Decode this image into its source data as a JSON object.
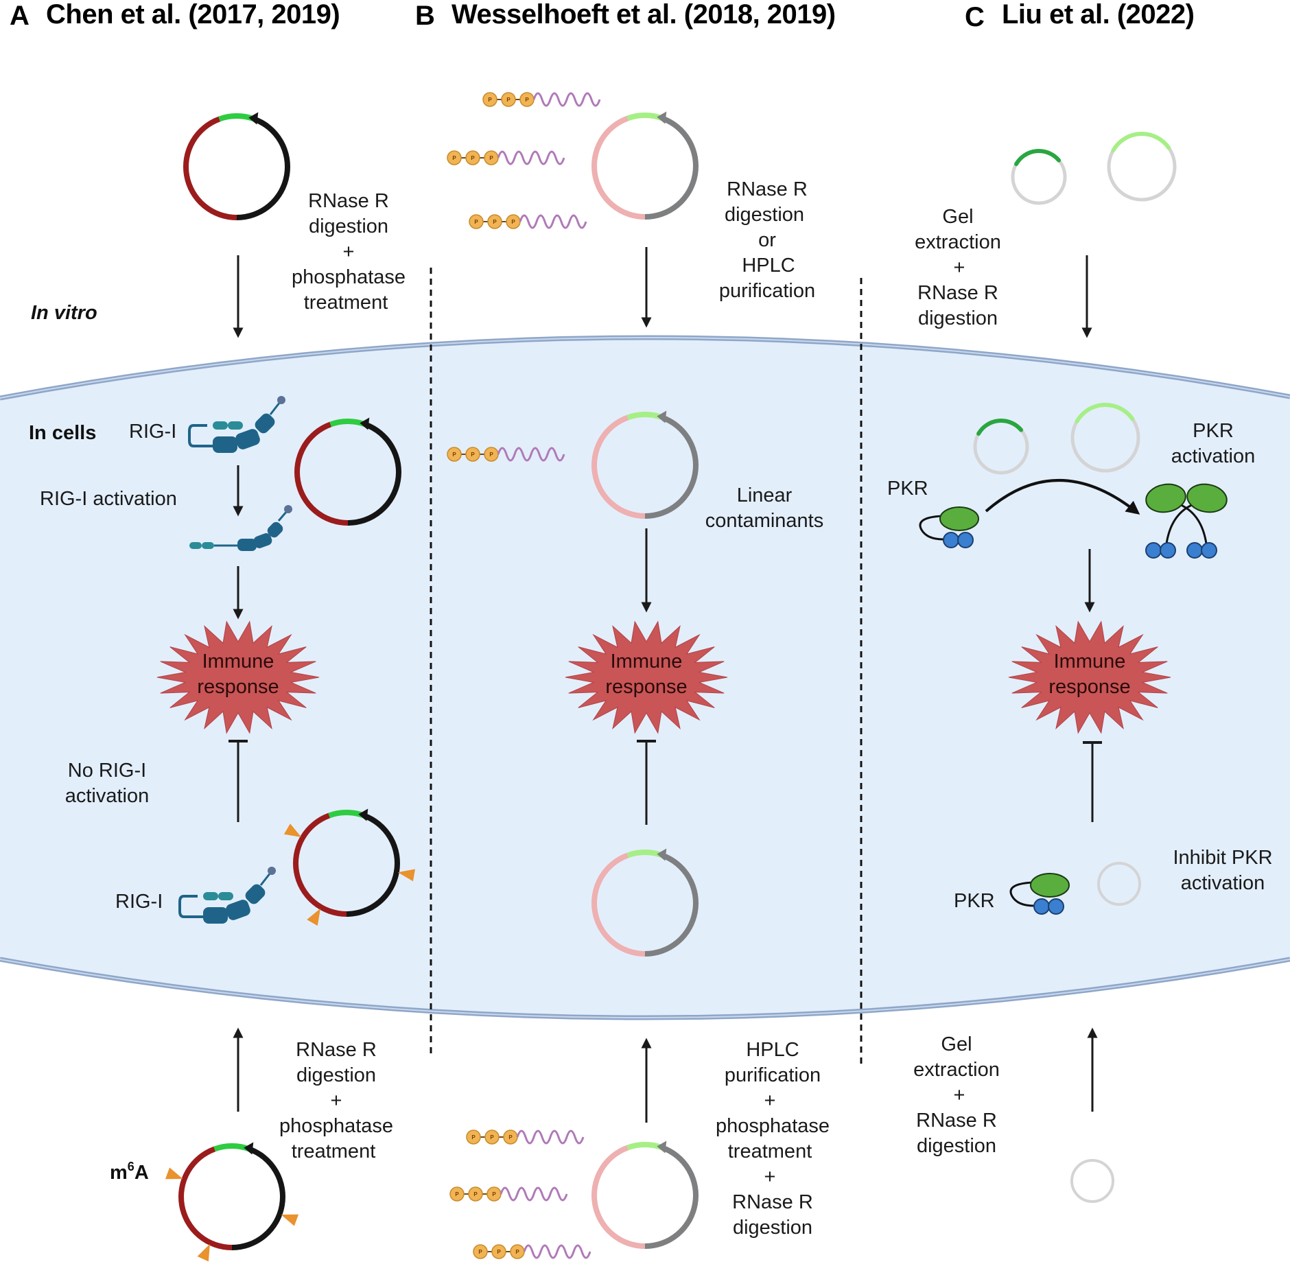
{
  "panels": [
    {
      "letter": "A",
      "title": "Chen et al. (2017, 2019)"
    },
    {
      "letter": "B",
      "title": "Wesselhoeft et al. (2018, 2019)"
    },
    {
      "letter": "C",
      "title": "Liu et al. (2022)"
    }
  ],
  "regions": {
    "in_vitro": "In vitro",
    "in_cells": "In cells"
  },
  "panel_a": {
    "top_method": [
      "RNase R",
      "digestion",
      "+",
      "phosphatase",
      "treatment"
    ],
    "rigi_label": "RIG-I",
    "rigi_activation": "RIG-I activation",
    "no_rigi_activation": [
      "No RIG-I",
      "activation"
    ],
    "rigi_label_bottom": "RIG-I",
    "bottom_method": [
      "RNase R",
      "digestion",
      "+",
      "phosphatase",
      "treatment"
    ],
    "modification_label": "m",
    "modification_sup": "6",
    "modification_suffix": "A"
  },
  "panel_b": {
    "top_method": [
      "RNase R",
      "digestion",
      "or",
      "HPLC",
      "purification"
    ],
    "linear_contaminants": [
      "Linear",
      "contaminants"
    ],
    "bottom_method": [
      "HPLC",
      "purification",
      "+",
      "phosphatase",
      "treatment",
      "+",
      "RNase R",
      "digestion"
    ],
    "phosphate_symbol": "P"
  },
  "panel_c": {
    "top_method": [
      "Gel",
      "extraction",
      "+",
      "RNase R",
      "digestion"
    ],
    "pkr_label": "PKR",
    "pkr_activation": [
      "PKR",
      "activation"
    ],
    "inhibit_pkr": [
      "Inhibit PKR",
      "activation"
    ],
    "pkr_label_bottom": "PKR",
    "bottom_method": [
      "Gel",
      "extraction",
      "+",
      "RNase R",
      "digestion"
    ]
  },
  "immune_response": [
    "Immune",
    "response"
  ],
  "colors": {
    "cell_fill": "#e3eefb",
    "membrane": "#8ea6c8",
    "burst": "#c95556",
    "circ_red": "#9b1c1c",
    "circ_black": "#151515",
    "circ_green": "#2ecc40",
    "circ_pink": "#eeb0b0",
    "circ_gray": "#7d7f80",
    "circ_lightgreen": "#a6ef86",
    "light_gray": "#d4d4d4",
    "m6a_orange": "#e9922e",
    "rigi_dark": "#1f6488",
    "rigi_teal": "#2a8c97",
    "pkr_green": "#5aae3e",
    "pkr_blue": "#3a7fd0",
    "phosphate": "#f0b454",
    "rna_purple": "#b07ab8"
  }
}
